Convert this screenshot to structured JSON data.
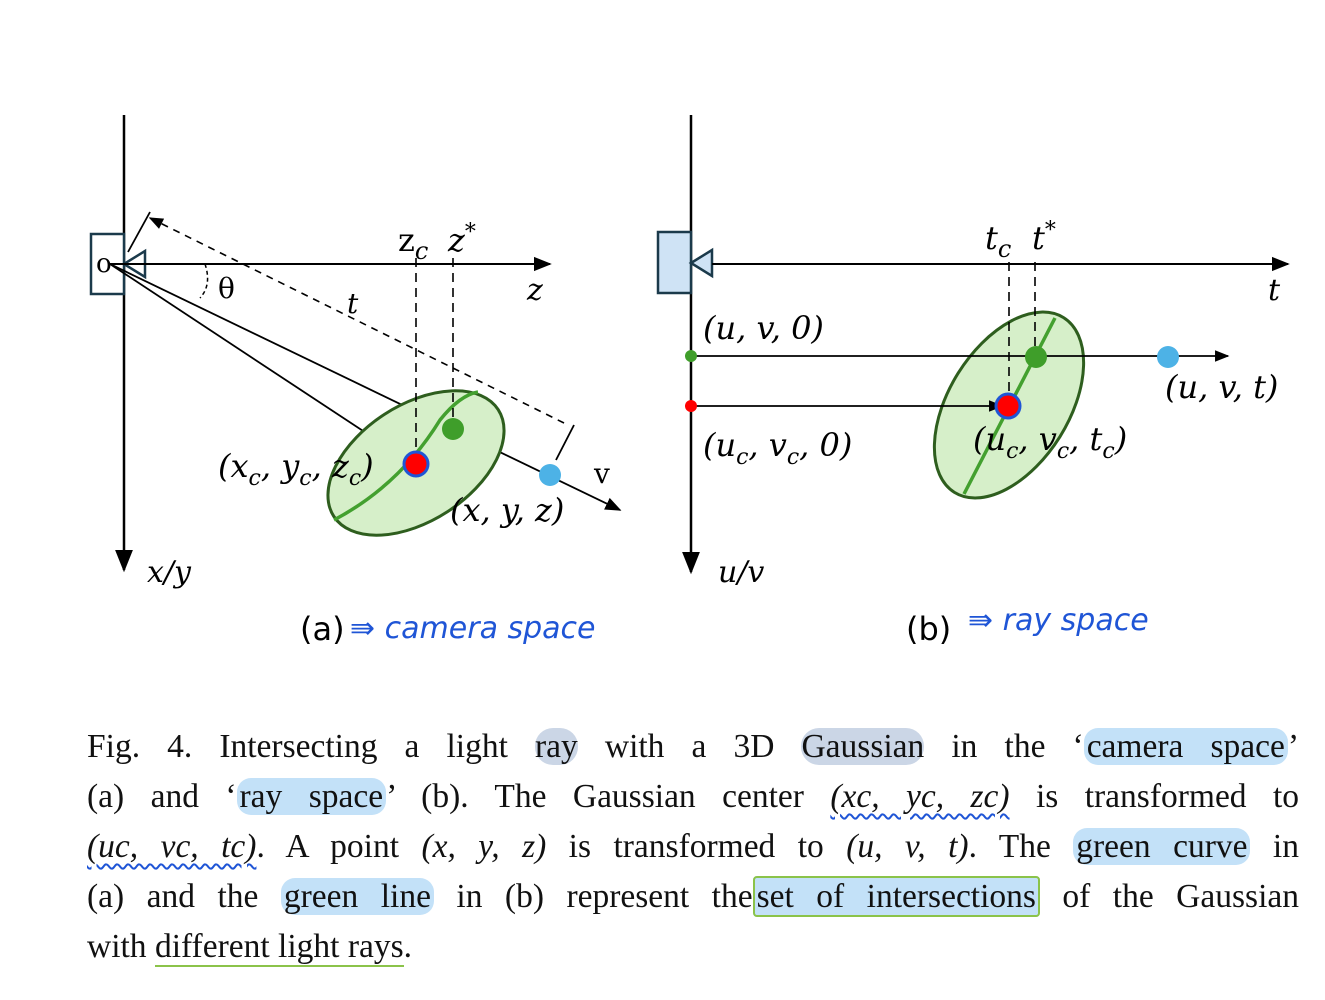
{
  "panel_a": {
    "origin_label": "o",
    "theta_label": "θ",
    "t_label": "t",
    "zc_label": "z",
    "zc_sub": "c",
    "zstar_label": "z",
    "zstar_sup": "*",
    "z_axis_label": "z",
    "xy_axis_label": "x/y",
    "v_label": "v",
    "center_label": "(x",
    "center_label_full": "(xc, yc, zc)",
    "point_label": "(x, y, z)",
    "caption_tag": "(a)",
    "annotation": "⇛ camera space"
  },
  "panel_b": {
    "tc_label": "t",
    "tc_sub": "c",
    "tstar_label": "t",
    "tstar_sup": "*",
    "t_axis_label": "t",
    "uv_axis_label": "u/v",
    "uv0_label": "(u, v, 0)",
    "ucvc0_label": "(uc, vc, 0)",
    "uvt_label": "(u, v, t)",
    "ucvctc_label": "(uc, vc, tc)",
    "caption_tag": "(b)",
    "annotation": "⇛ ray space"
  },
  "caption": {
    "l1_a": "Fig. 4.  Intersecting a light ",
    "l1_ray": "ray",
    "l1_b": " with a 3D ",
    "l1_gaussian": "Gaussian",
    "l1_c": " in the ‘",
    "l1_cam": "camera space",
    "l1_d": "’",
    "l2_a": "(a) and ‘",
    "l2_ray": "ray space",
    "l2_b": "’ (b). The Gaussian center ",
    "l2_center": "(xc, yc, zc)",
    "l2_c": " is transformed to",
    "l3_center": "(uc, vc, tc)",
    "l3_a": ". A point ",
    "l3_pt": "(x, y, z)",
    "l3_b": " is transformed to ",
    "l3_pt2": "(u, v, t)",
    "l3_c": ". The ",
    "l3_curve": "green curve",
    "l3_d": " in",
    "l4_a": "(a) and the ",
    "l4_line": "green line",
    "l4_b": " in (b) represent the",
    "l4_set": "set of intersections",
    "l4_c": " of the Gaussian",
    "l5_a": "with ",
    "l5_diff": "different light rays",
    "l5_b": "."
  },
  "colors": {
    "ellipse_fill": "#d6efc9",
    "ellipse_stroke": "#2e5e1e",
    "green_point": "#3f9e2a",
    "red_point": "#ff0000",
    "blue_point": "#4db2e6",
    "camera_fill": "#cfe3f5",
    "annotation_blue": "#1f55d6"
  }
}
